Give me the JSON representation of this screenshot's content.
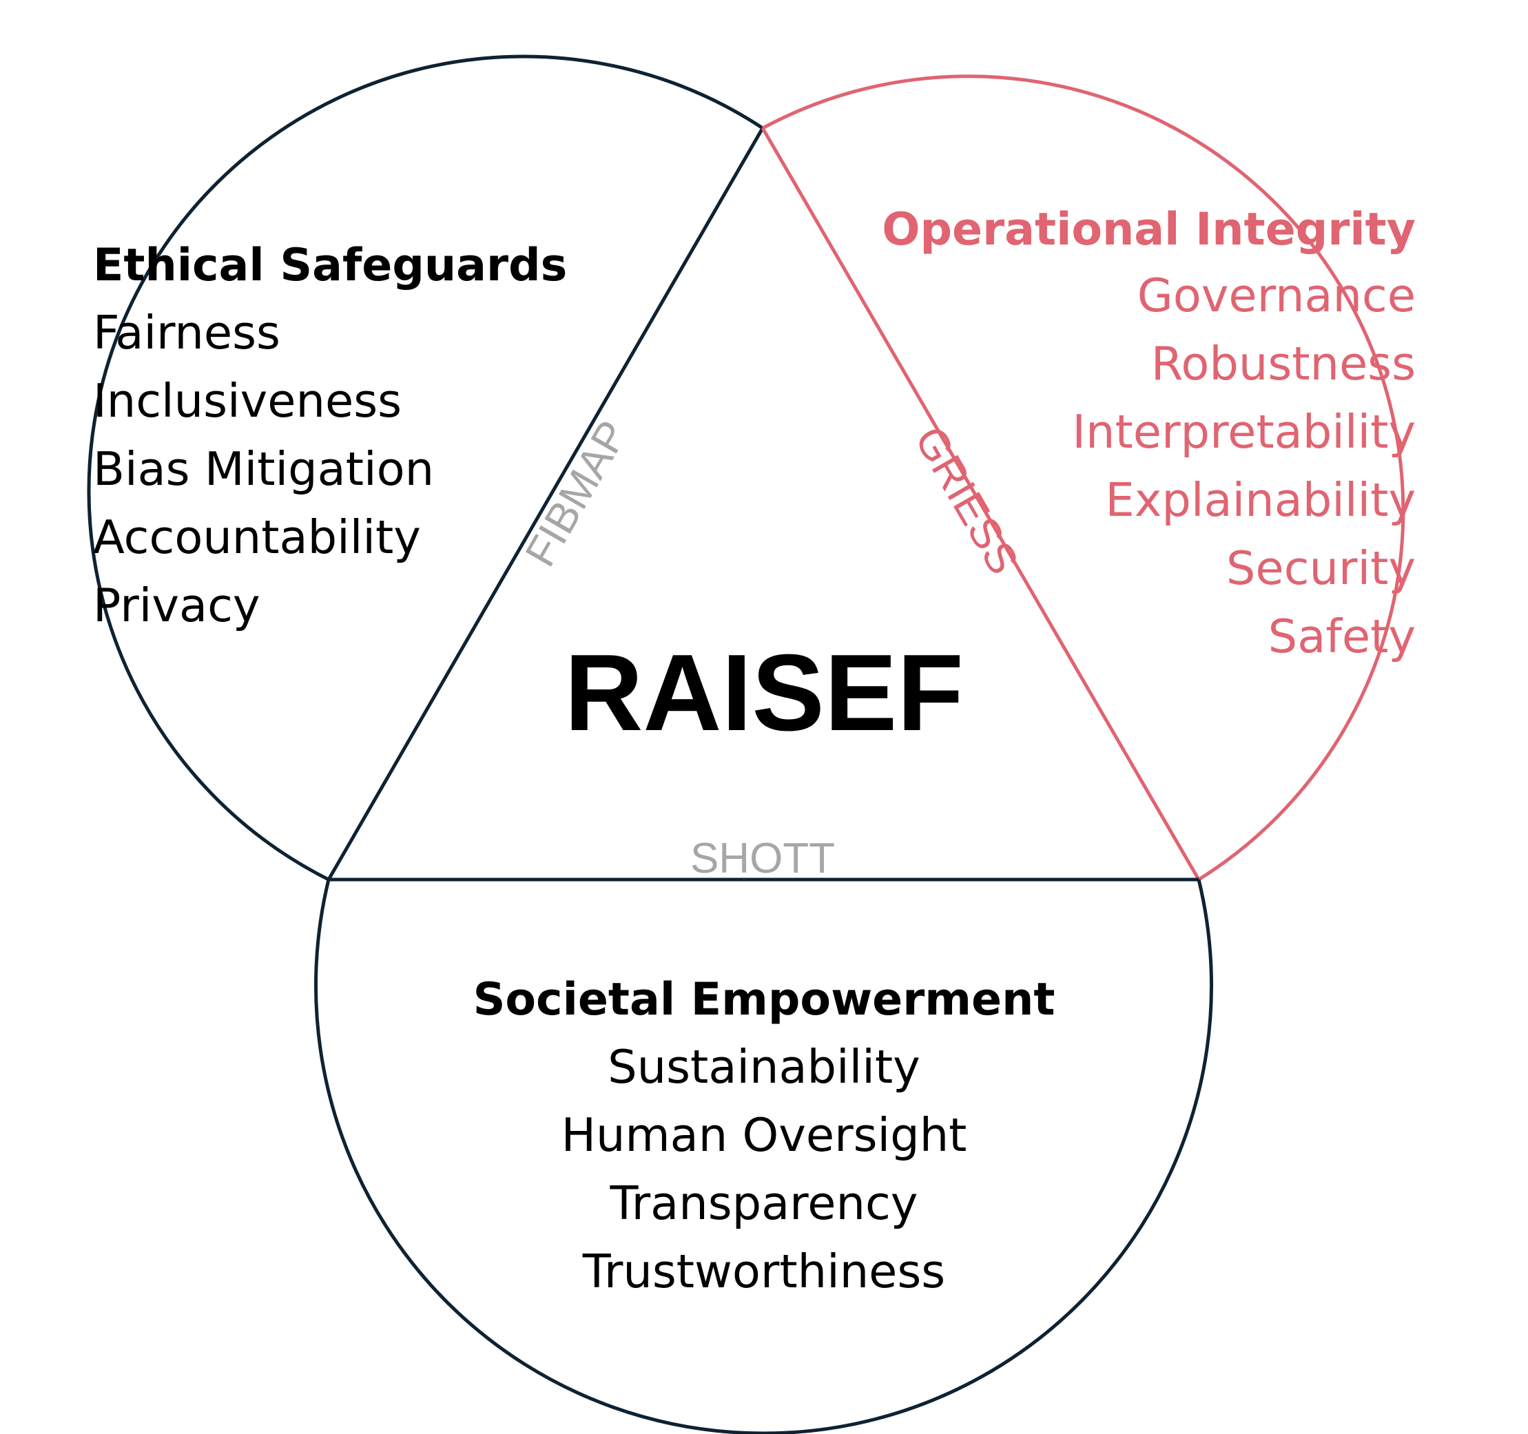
{
  "title": "RAISEF",
  "colors": {
    "dark": "#0e2233",
    "accent": "#e06471",
    "label_gray": "#a6a6a6",
    "text": "#000000"
  },
  "ethical": {
    "heading": "Ethical Safeguards",
    "items": [
      "Fairness",
      "Inclusiveness",
      "Bias Mitigation",
      "Accountability",
      "Privacy"
    ]
  },
  "operational": {
    "heading": "Operational Integrity",
    "items": [
      "Governance",
      "Robustness",
      "Interpretability",
      "Explainability",
      "Security",
      "Safety"
    ]
  },
  "societal": {
    "heading": "Societal Empowerment",
    "items": [
      "Sustainability",
      "Human Oversight",
      "Transparency",
      "Trustworthiness"
    ]
  },
  "edges": {
    "left": "FIBMAP",
    "right": "GRIESS",
    "bottom": "SHOTT"
  }
}
